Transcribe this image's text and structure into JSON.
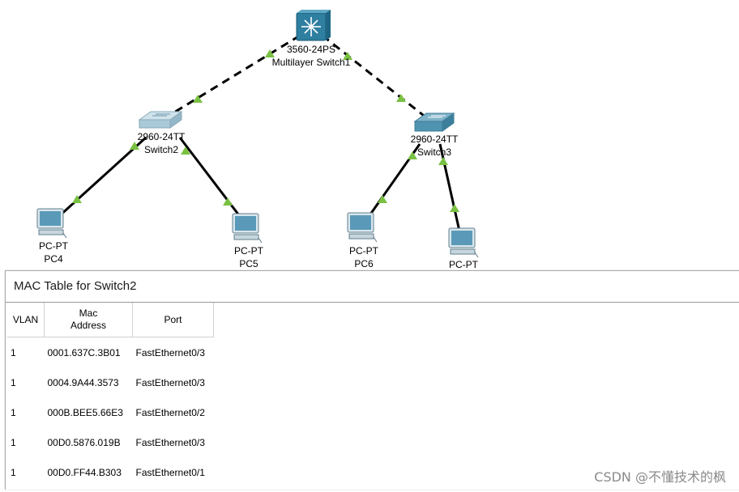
{
  "topology": {
    "devices": {
      "multilayer_switch1": {
        "model": "3560-24PS",
        "name": "Multilayer Switch1"
      },
      "switch2": {
        "model": "2960-24TT",
        "name": "Switch2"
      },
      "switch3": {
        "model": "2960-24TT",
        "name": "Switch3"
      },
      "pc4": {
        "model": "PC-PT",
        "name": "PC4"
      },
      "pc5": {
        "model": "PC-PT",
        "name": "PC5"
      },
      "pc6": {
        "model": "PC-PT",
        "name": "PC6"
      },
      "pc7": {
        "model": "PC-PT",
        "name": ""
      }
    },
    "colors": {
      "link": "#000000",
      "link_light": "#7ac143",
      "switch_body": "#8cb4c8",
      "ml_switch_body": "#2e7fa0",
      "pc_screen": "#5a9ab8"
    }
  },
  "mac_panel": {
    "title": "MAC Table for Switch2",
    "headers": {
      "vlan": "VLAN",
      "mac": "Mac Address",
      "port": "Port"
    },
    "rows": [
      {
        "vlan": "1",
        "mac": "0001.637C.3B01",
        "port": "FastEthernet0/3"
      },
      {
        "vlan": "1",
        "mac": "0004.9A44.3573",
        "port": "FastEthernet0/3"
      },
      {
        "vlan": "1",
        "mac": "000B.BEE5.66E3",
        "port": "FastEthernet0/2"
      },
      {
        "vlan": "1",
        "mac": "00D0.5876.019B",
        "port": "FastEthernet0/3"
      },
      {
        "vlan": "1",
        "mac": "00D0.FF44.B303",
        "port": "FastEthernet0/1"
      }
    ]
  },
  "watermark": "CSDN @不懂技术的枫"
}
